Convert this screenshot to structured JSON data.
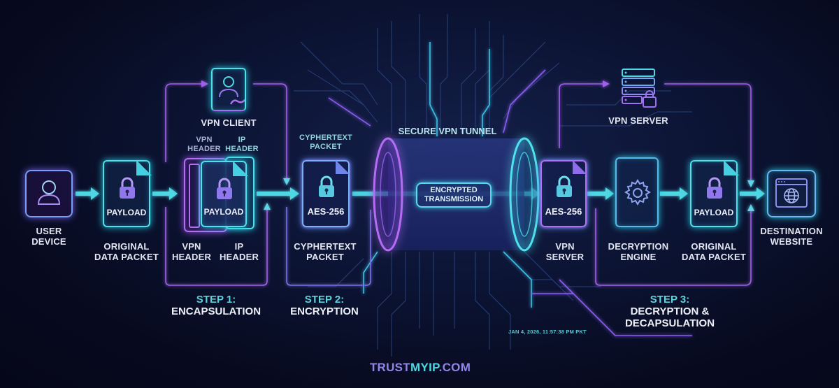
{
  "diagram": {
    "title": "Secure VPN Tunnel",
    "colors": {
      "cyan": "#4fe0ea",
      "purple": "#b070f0",
      "background": "#070a1e",
      "step_number": "#5fd3dd",
      "brand_primary": "#8f86e6",
      "brand_accent": "#4fd7e3"
    },
    "nodes": {
      "user_device": {
        "label_line1": "USER",
        "label_line2": "DEVICE",
        "icon": "user-icon"
      },
      "original_packet_left": {
        "inner": "PAYLOAD",
        "label_line1": "ORIGINAL",
        "label_line2": "DATA PACKET",
        "icon": "lock-icon"
      },
      "vpn_client": {
        "label": "VPN CLIENT",
        "icon": "user-link-icon"
      },
      "encapsulated_packet": {
        "inner": "PAYLOAD",
        "top_left_line1": "VPN",
        "top_left_line2": "HEADER",
        "top_right_line1": "IP",
        "top_right_line2": "HEADER",
        "bottom_left_line1": "VPN",
        "bottom_left_line2": "HEADER",
        "bottom_right_line1": "IP",
        "bottom_right_line2": "HEADER",
        "icon": "lock-icon"
      },
      "cyphertext_packet": {
        "top_line1": "CYPHERTEXT",
        "top_line2": "PACKET",
        "inner": "AES-256",
        "label_line1": "CYPHERTEXT",
        "label_line2": "PACKET",
        "icon": "lock-icon"
      },
      "tunnel": {
        "title": "SECURE VPN TUNNEL",
        "badge_line1": "ENCRYPTED",
        "badge_line2": "TRANSMISSION"
      },
      "vpn_server_packet": {
        "inner": "AES-256",
        "label_line1": "VPN",
        "label_line2": "SERVER",
        "icon": "lock-icon"
      },
      "vpn_server_top": {
        "label": "VPN SERVER",
        "icon": "server-lock-icon"
      },
      "decryption_engine": {
        "label_line1": "DECRYPTION",
        "label_line2": "ENGINE",
        "icon": "gear-icon"
      },
      "original_packet_right": {
        "inner": "PAYLOAD",
        "label_line1": "ORIGINAL",
        "label_line2": "DATA PACKET",
        "icon": "lock-icon"
      },
      "destination": {
        "label_line1": "DESTINATION",
        "label_line2": "WEBSITE",
        "icon": "globe-browser-icon"
      }
    },
    "steps": [
      {
        "number": "STEP 1:",
        "title_line1": "ENCAPSULATION",
        "title_line2": ""
      },
      {
        "number": "STEP 2:",
        "title_line1": "ENCRYPTION",
        "title_line2": ""
      },
      {
        "number": "STEP 3:",
        "title_line1": "DECRYPTION &",
        "title_line2": "DECAPSULATION"
      }
    ],
    "timestamp": "JAN 4, 2026, 11:57:38 PM PKT",
    "brand": {
      "part1": "TRUST",
      "part2": "MYIP",
      "part3": ".COM"
    }
  }
}
